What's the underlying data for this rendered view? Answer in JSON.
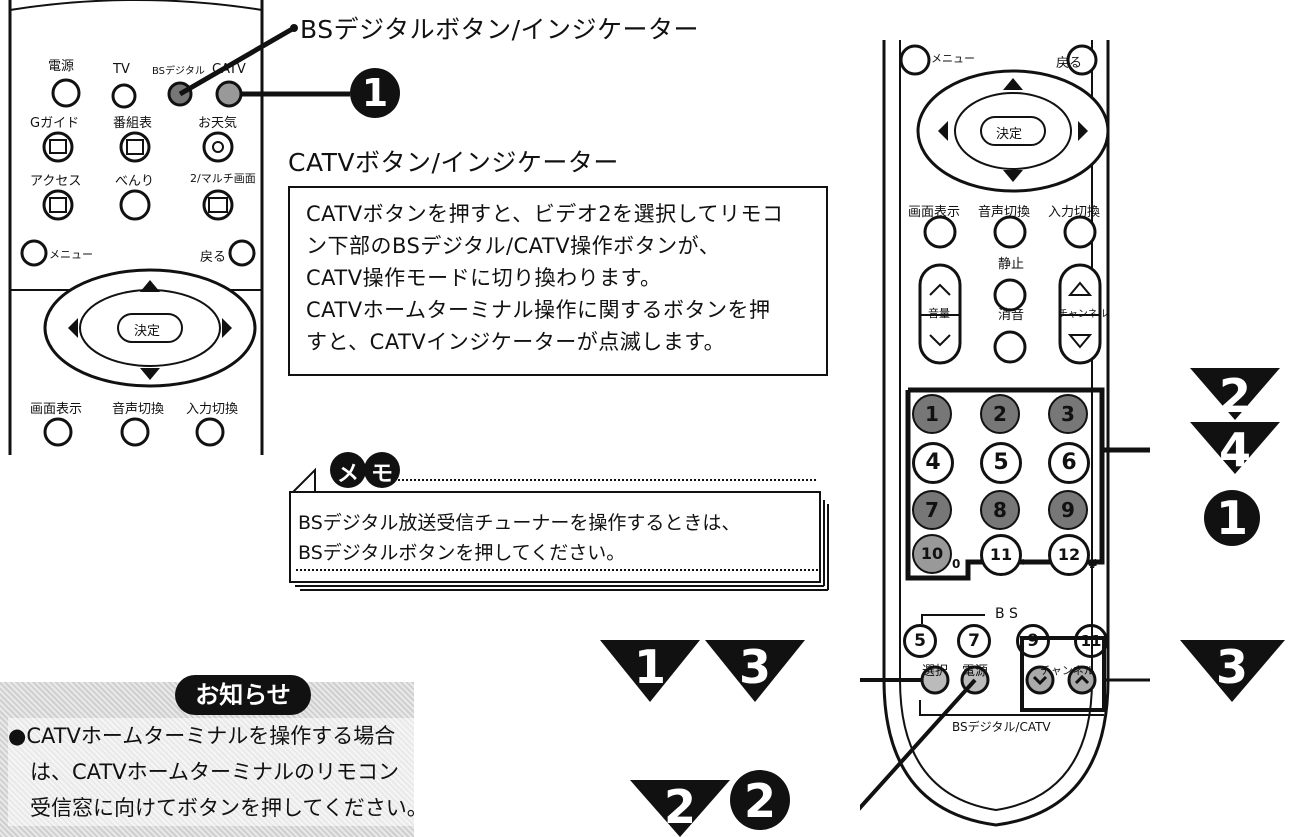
{
  "callouts": {
    "bs_digital_button": "BSデジタルボタン/インジケーター",
    "catv_button": "CATVボタン/インジケーター"
  },
  "catv_info": {
    "lines": [
      "CATVボタンを押すと、ビデオ2を選択してリモコ",
      "ン下部のBSデジタル/CATV操作ボタンが、",
      "CATV操作モードに切り換わります。",
      "CATVホームターミナル操作に関するボタンを押",
      "すと、CATVインジケーターが点滅します。"
    ]
  },
  "memo": {
    "title_glyph_1": "メ",
    "title_glyph_2": "モ",
    "lines": [
      "BSデジタル放送受信チューナーを操作するときは、",
      "BSデジタルボタンを押してください。"
    ]
  },
  "notice": {
    "title": "お知らせ",
    "lines": [
      "●CATVホームターミナルを操作する場合",
      "は、CATVホームターミナルのリモコン",
      "受信窓に向けてボタンを押してください。"
    ]
  },
  "remote_left": {
    "row1": [
      "電源",
      "TV",
      "BSデジタル",
      "CATV"
    ],
    "row2": [
      "Gガイド",
      "番組表",
      "お天気"
    ],
    "row3": [
      "アクセス",
      "べんり",
      "2/マルチ画面"
    ],
    "menu": "メニュー",
    "back": "戻る",
    "enter": "決定",
    "row4": [
      "画面表示",
      "音声切換",
      "入力切換"
    ]
  },
  "remote_right": {
    "menu": "メニュー",
    "back": "戻る",
    "enter": "決定",
    "row1": [
      "画面表示",
      "音声切換",
      "入力切換"
    ],
    "volume": "音量",
    "mute_top": "静止",
    "mute": "消音",
    "channel": "チャンネル",
    "keys": [
      "1",
      "2",
      "3",
      "4",
      "5",
      "6",
      "7",
      "8",
      "9",
      "10",
      "11",
      "12"
    ],
    "key_subs": [
      "0",
      "*",
      "#"
    ],
    "bs_label": "B S",
    "bs_keys": [
      "5",
      "7",
      "9",
      "11"
    ],
    "select": "選択",
    "power": "電源",
    "channel_small": "チャンネル",
    "bs_catv": "BSデジタル/CATV"
  },
  "markers": {
    "circle_1": "1",
    "circle_2": "2",
    "circle_right_1": "1",
    "tri_2": "2",
    "tri_4": "4",
    "tri_1": "1",
    "tri_3a": "3",
    "tri_3b": "3",
    "tri_2b": "2"
  }
}
